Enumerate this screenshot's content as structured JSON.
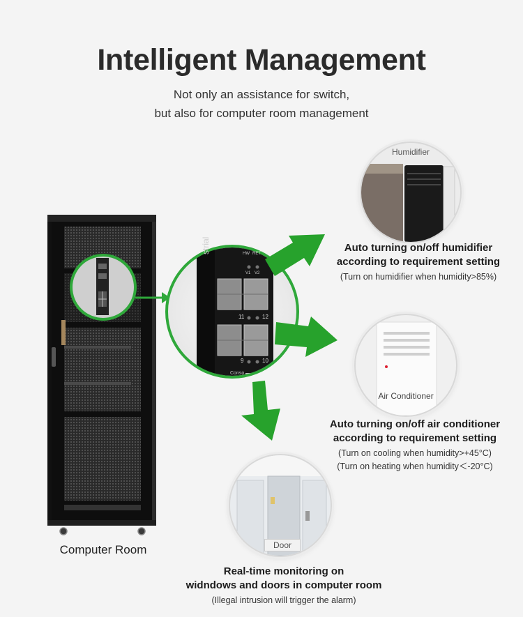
{
  "header": {
    "title": "Intelligent Management",
    "subtitle_line1": "Not only an assistance for switch,",
    "subtitle_line2": "but also for computer room management"
  },
  "rack": {
    "label": "Computer Room"
  },
  "switch_detail": {
    "brand_fragment": "strial",
    "led_labels": [
      "HW",
      "RET",
      "V1",
      "V2"
    ],
    "port_numbers": [
      "11",
      "12",
      "9",
      "10"
    ],
    "console_label": "Conso"
  },
  "humidifier": {
    "image_tag": "Humidifier",
    "caption_line1": "Auto turning on/off humidifier",
    "caption_line2": "according to requirement setting",
    "note": "(Turn on humidifier when humidity>85%)"
  },
  "air_conditioner": {
    "image_tag": "Air Conditioner",
    "caption_line1": "Auto turning on/off air conditioner",
    "caption_line2": "according to requirement setting",
    "note_line1": "(Turn on cooling when humidity>+45°C)",
    "note_line2": "(Turn on heating when humidity＜-20°C)"
  },
  "door": {
    "image_tag": "Door",
    "caption_line1": "Real-time monitoring on",
    "caption_line2": "widndows and doors in computer room",
    "note": "(Illegal intrusion will trigger the alarm)"
  },
  "colors": {
    "accent_green": "#2fa83a",
    "arrow_green": "#27a22c",
    "rack_black": "#1b1b1b",
    "background": "#f4f4f4"
  }
}
